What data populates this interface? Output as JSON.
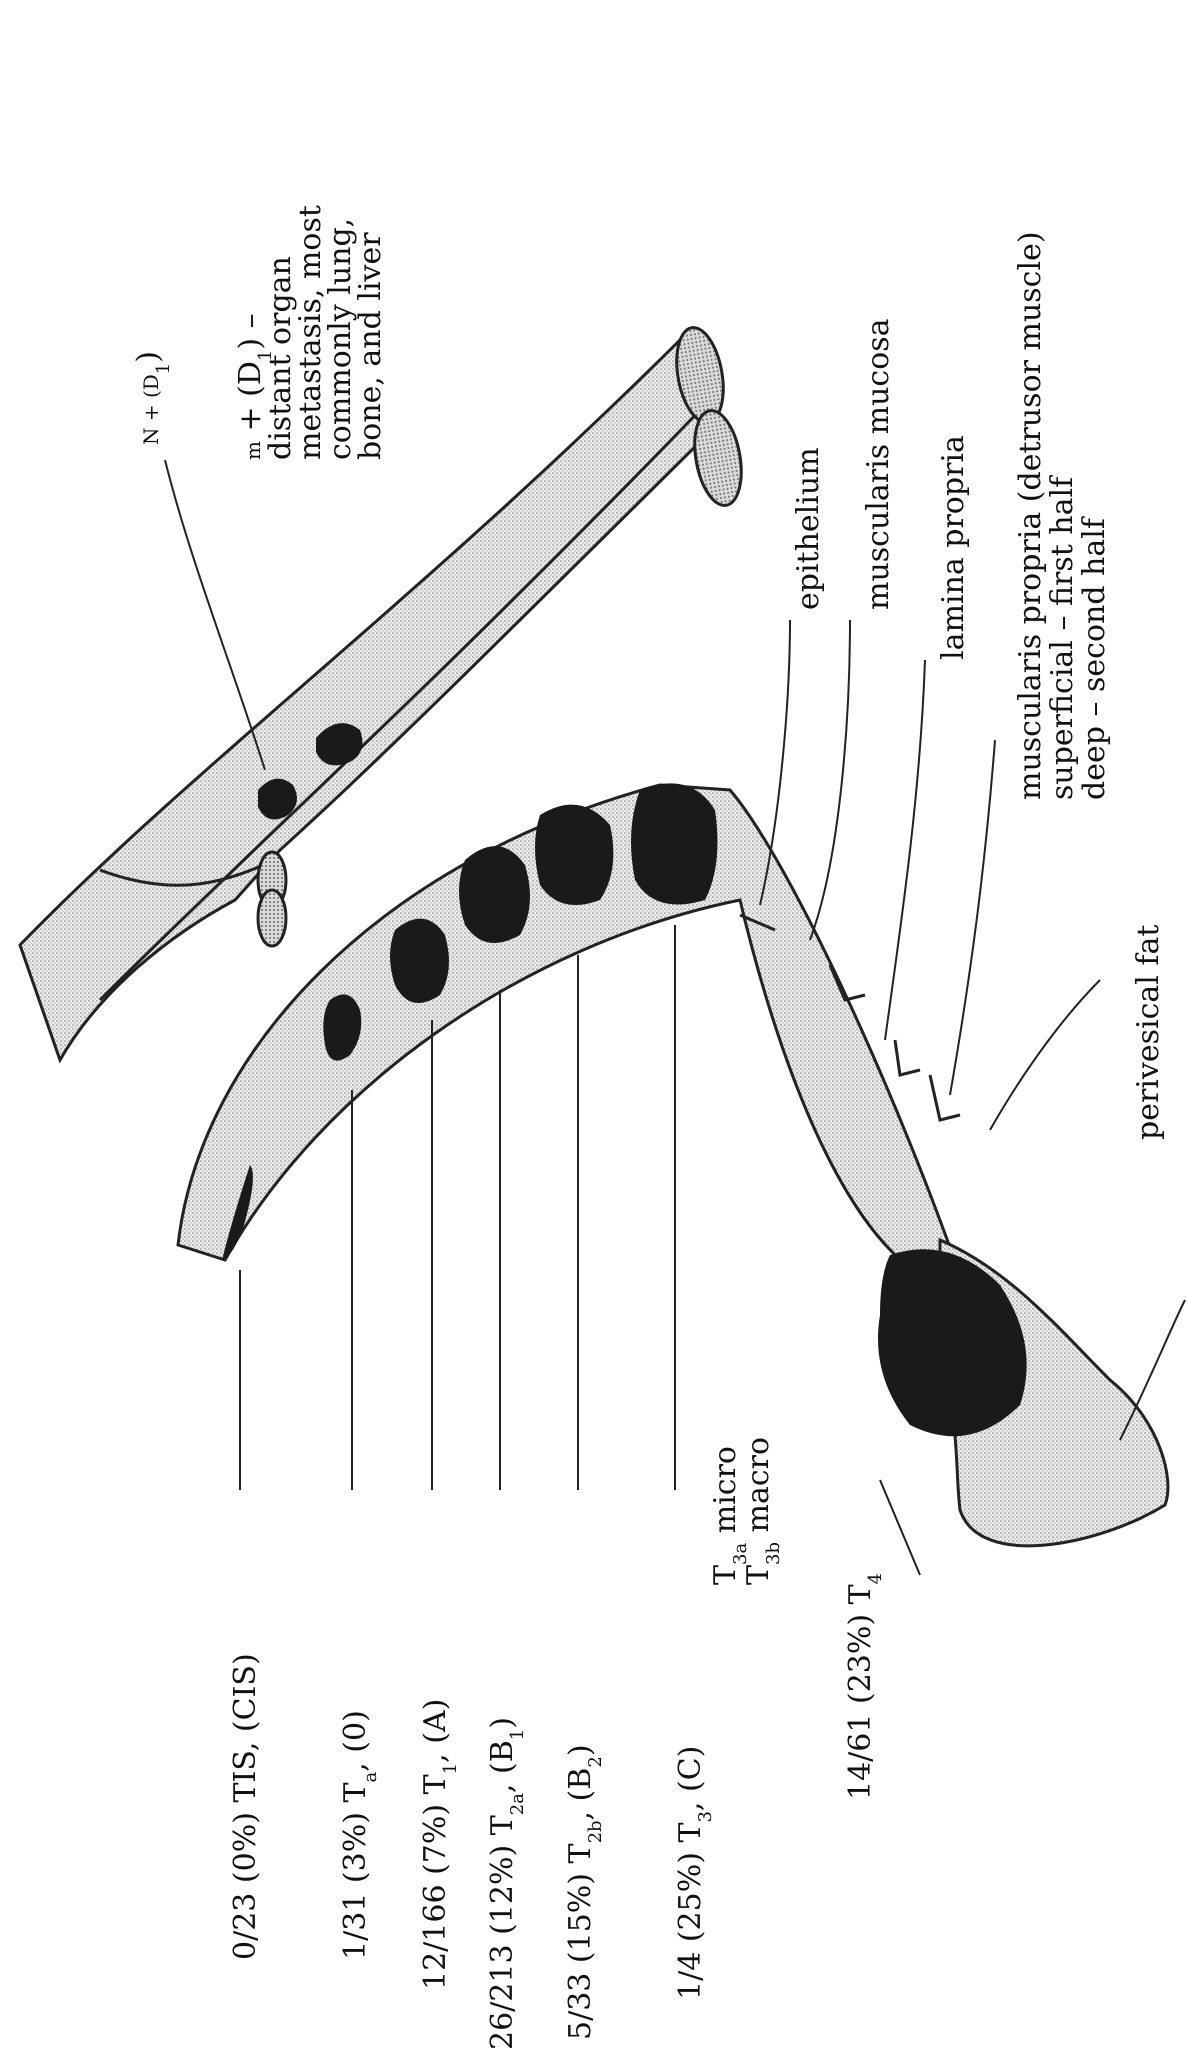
{
  "stage_labels": [
    {
      "fraction": "0/23",
      "percent": "(0%)",
      "stage": "TIS, (CIS)"
    },
    {
      "fraction": "1/31",
      "percent": "(3%)",
      "stage": "T",
      "sub": "a",
      "tail": ", (0)"
    },
    {
      "fraction": "12/166",
      "percent": "(7%)",
      "stage": "T",
      "sub": "1",
      "tail": ", (A)"
    },
    {
      "fraction": "26/213",
      "percent": "(12%)",
      "stage": "T",
      "sub": "2a",
      "tail": ", (B",
      "tailsub": "1",
      "tailend": ")"
    },
    {
      "fraction": "5/33",
      "percent": "(15%)",
      "stage": "T",
      "sub": "2b",
      "tail": ", (B",
      "tailsub": "2",
      "tailend": ")"
    },
    {
      "fraction": "1/4",
      "percent": "(25%)",
      "stage": "T",
      "sub": "3",
      "tail": ", (C)"
    },
    {
      "fraction": "14/61",
      "percent": "(23%)",
      "stage": "T",
      "sub": "4",
      "tail": ""
    }
  ],
  "t3_sub": {
    "line1_T": "T",
    "line1_sub": "3a",
    "line1_text": " micro",
    "line2_T": "T",
    "line2_sub": "3b",
    "line2_text": " macro"
  },
  "layers": {
    "epithelium": "epithelium",
    "muscularis_mucosa": "muscularis mucosa",
    "lamina_propria": "lamina propria",
    "muscularis_propria_1": "muscularis propria (detrusor muscle)",
    "muscularis_propria_2": "superficial – first half",
    "muscularis_propria_3": "deep – second half",
    "perivesical_fat": "perivesical fat"
  },
  "metastasis": {
    "node_label": "N + (D",
    "node_sub": "1",
    "node_end": ")",
    "m_line1_pre": "m",
    "m_line1_text": " + (D",
    "m_line1_sub": "1",
    "m_line1_end": ") –",
    "m_line2": "distant organ",
    "m_line3": "metastasis, most",
    "m_line4": "commonly lung,",
    "m_line5": "bone, and liver"
  },
  "colors": {
    "stipple": "#d9d9d9",
    "tumor": "#1a1a1a",
    "line": "#222222"
  }
}
